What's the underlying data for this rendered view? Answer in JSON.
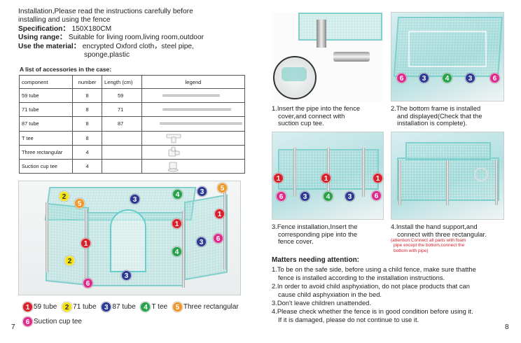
{
  "left_page": {
    "intro": {
      "line1": "Installation,Please read the instructions carefully before",
      "line2": "installing and using the fence",
      "spec_label": "Specification：",
      "spec_value": "150X180CM",
      "range_label": "Using range：",
      "range_value": "Suitable for living room,living room,outdoor",
      "material_label": "Use the material：",
      "material_value": "encrypted Oxford cloth，steel pipe,",
      "material_value2": "sponge,plastic"
    },
    "accessories_title": "A list of accessories in the case:",
    "table": {
      "headers": [
        "component",
        "number",
        "Length (cm)",
        "legend"
      ],
      "rows": [
        {
          "component": "59 tube",
          "number": "8",
          "length": "59"
        },
        {
          "component": "71 tube",
          "number": "8",
          "length": "71"
        },
        {
          "component": "87 tube",
          "number": "8",
          "length": "87"
        },
        {
          "component": "T tee",
          "number": "8",
          "length": ""
        },
        {
          "component": "Three rectangular",
          "number": "4",
          "length": ""
        },
        {
          "component": "Suction cup tee",
          "number": "4",
          "length": ""
        }
      ]
    },
    "legend": [
      {
        "num": "1",
        "label": "59 tube"
      },
      {
        "num": "2",
        "label": "71 tube"
      },
      {
        "num": "3",
        "label": "87 tube"
      },
      {
        "num": "4",
        "label": "T tee"
      },
      {
        "num": "5",
        "label": "Three rectangular"
      },
      {
        "num": "6",
        "label": "Suction cup tee"
      }
    ],
    "page_number": "7"
  },
  "right_page": {
    "step1": {
      "line1": "1.Insert the pipe into the fence",
      "line2": "cover,and connect with",
      "line3": "suction cup tee."
    },
    "step2": {
      "line1": "2.The bottom frame is installed",
      "line2": "and displayed(Check that the",
      "line3": "installation is complete)."
    },
    "step3": {
      "line1": "3.Fence installation,Insert the",
      "line2": "corresponding pipe into the",
      "line3": "fence cover."
    },
    "step4": {
      "line1": "4.Install the hand support,and",
      "line2": "connect with three rectangular."
    },
    "attention": {
      "line1": "(attention:Connect all parts with foam",
      "line2": "pipe except the bottom,connect the",
      "line3": "bottom with pipe)"
    },
    "matters": {
      "title": "Matters needing attention:",
      "items": [
        {
          "line1": "1.To be on the safe side, before using a child fence, make sure thatthe",
          "line2": "fence is installed according to the installation instructions."
        },
        {
          "line1": "2.In order to avoid child asphyxiation, do not place products that can",
          "line2": "cause child asphyxiation in the bed."
        },
        {
          "line1": "3.Don't leave children unattended.",
          "line2": ""
        },
        {
          "line1": "4.Please check whether the fence is in good condition before using it.",
          "line2": "If it is damaged, please do not continue to use it."
        }
      ]
    },
    "page_number": "8"
  },
  "colors": {
    "badge_1": "#d7222c",
    "badge_2": "#f2e214",
    "badge_3": "#2d3a93",
    "badge_4": "#27a24a",
    "badge_5": "#f0962a",
    "badge_6": "#dc2b8b",
    "fence_mint": "#7fd0cd",
    "warning_red": "#d7222c"
  }
}
